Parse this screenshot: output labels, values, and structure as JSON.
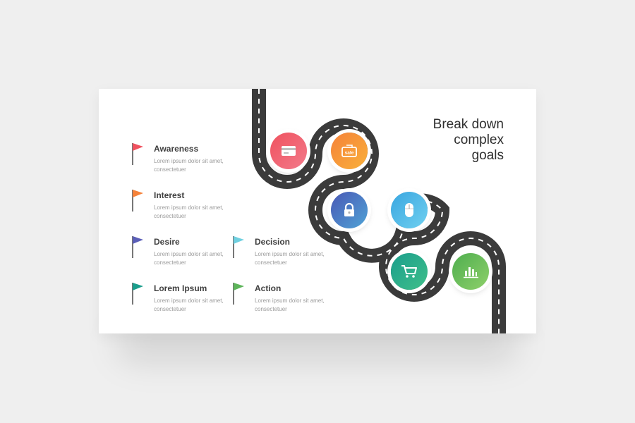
{
  "title": "Break down\ncomplex\ngoals",
  "items": [
    {
      "title": "Awareness",
      "desc": "Lorem ipsum dolor sit amet, consectetuer",
      "color": "#f0525f"
    },
    {
      "title": "Interest",
      "desc": "Lorem ipsum dolor sit amet, consectetuer",
      "color": "#f5823a"
    },
    {
      "title": "Desire",
      "desc": "Lorem ipsum dolor sit amet, consectetuer",
      "color": "#5b5fb8"
    },
    {
      "title": "Lorem Ipsum",
      "desc": "Lorem ipsum dolor sit amet, consectetuer",
      "color": "#1b9e8c"
    },
    {
      "title": "Decision",
      "desc": "Lorem ipsum dolor sit amet, consectetuer",
      "color": "#6fd0e0"
    },
    {
      "title": "Action",
      "desc": "Lorem ipsum dolor sit amet, consectetuer",
      "color": "#5db55a"
    }
  ],
  "steps": [
    {
      "icon": "credit-card-icon",
      "color_a": "#f0525f",
      "color_b": "#f27a8a"
    },
    {
      "icon": "sale-tag-icon",
      "label": "sale",
      "color_a": "#f5823a",
      "color_b": "#f9b03a"
    },
    {
      "icon": "lock-icon",
      "color_a": "#4a58b5",
      "color_b": "#4fa3d6"
    },
    {
      "icon": "mouse-icon",
      "color_a": "#3aa6e0",
      "color_b": "#6fd0f0"
    },
    {
      "icon": "shopping-cart-icon",
      "color_a": "#1b9e8c",
      "color_b": "#3fbf8a"
    },
    {
      "icon": "bar-chart-icon",
      "color_a": "#4fae4f",
      "color_b": "#8ed06a"
    }
  ]
}
